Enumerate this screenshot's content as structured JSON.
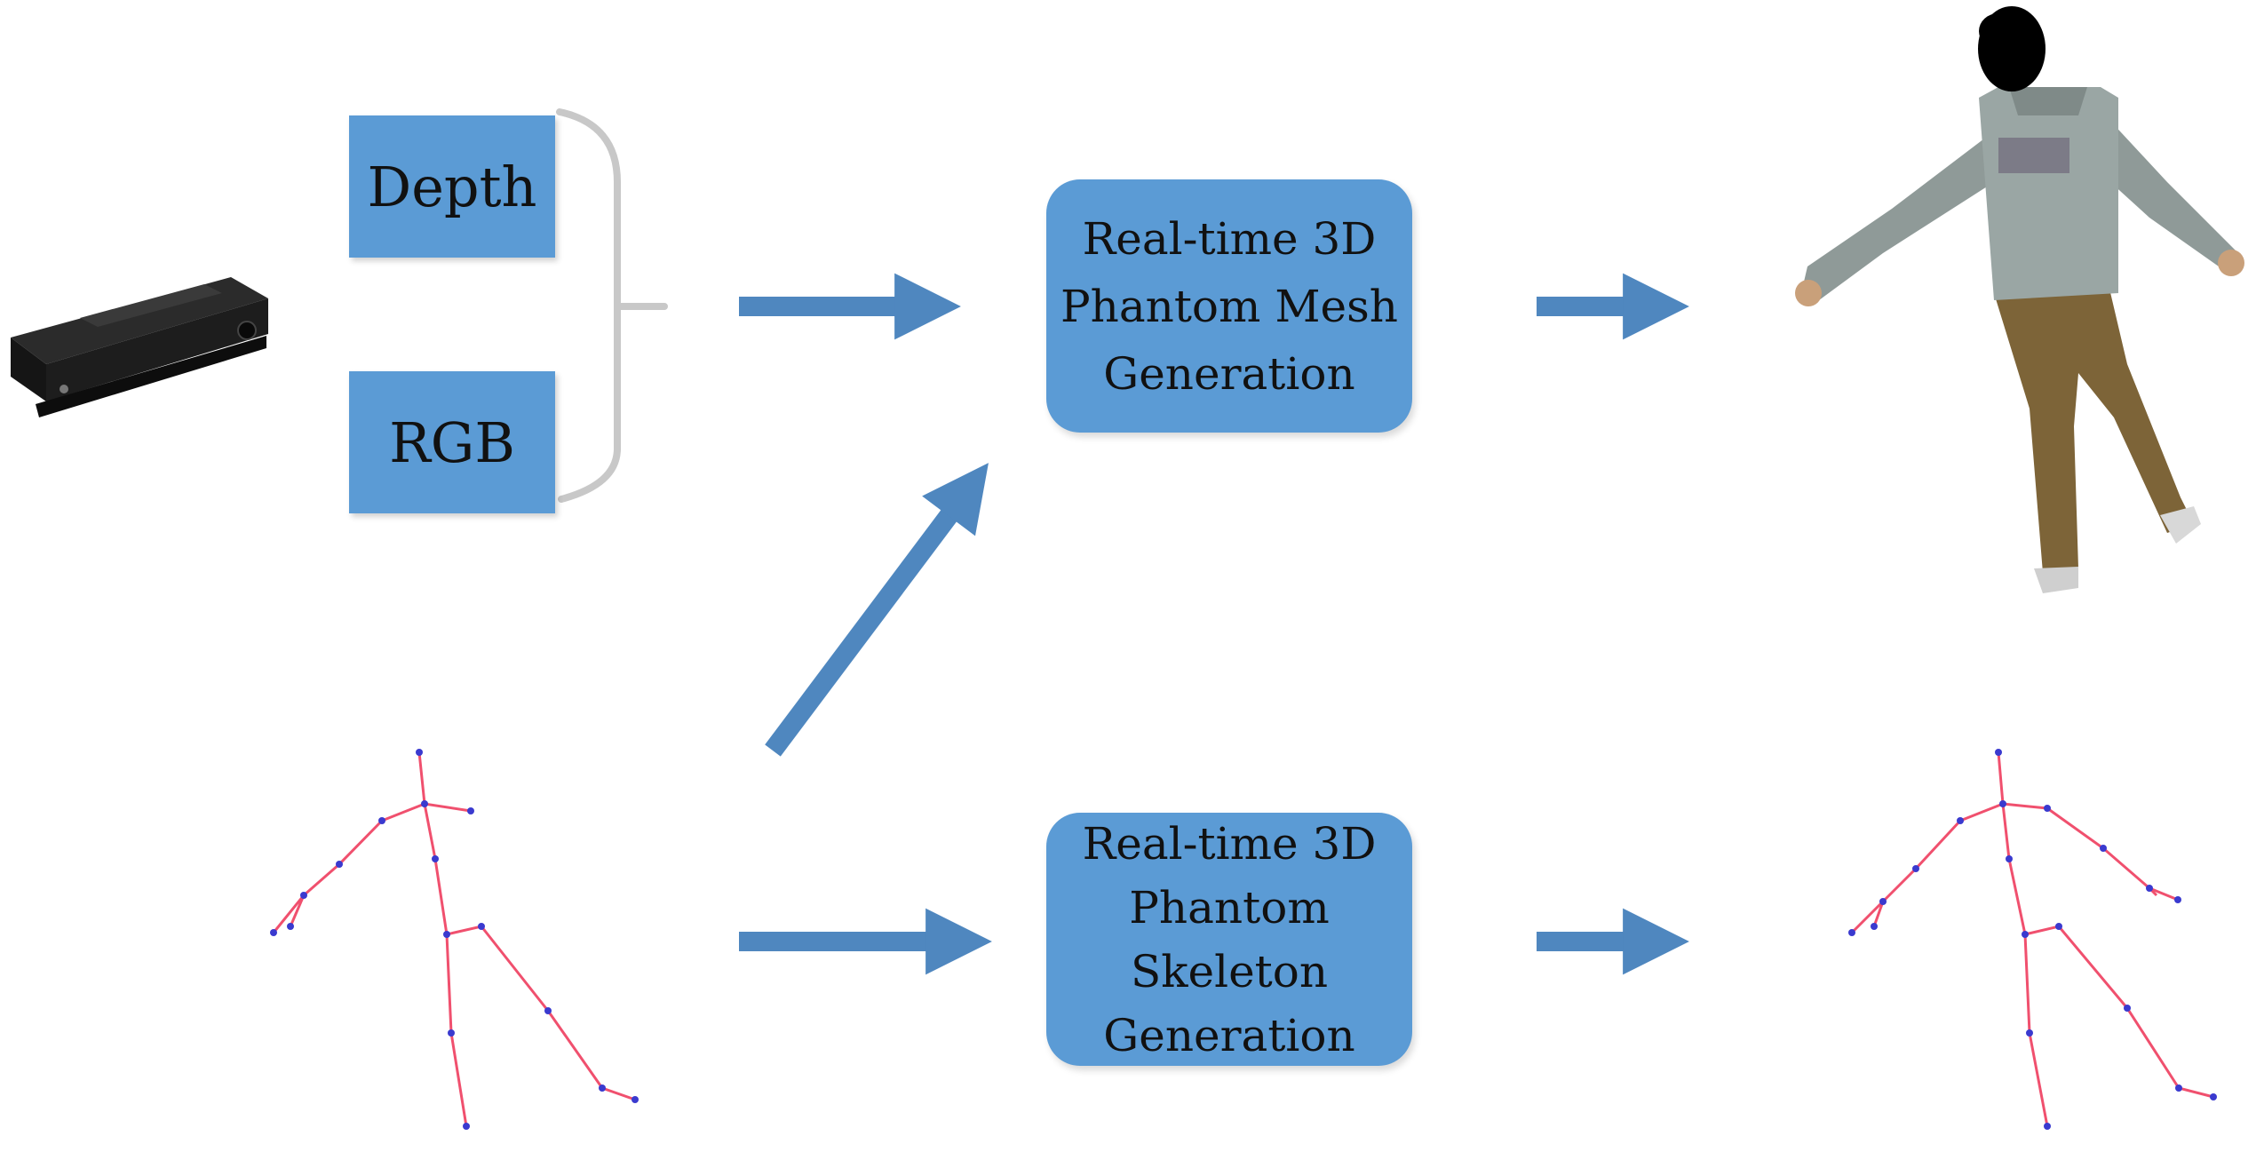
{
  "diagram": {
    "inputs": {
      "depth": "Depth",
      "rgb": "RGB"
    },
    "processes": {
      "mesh": "Real-time 3D\nPhantom Mesh\nGeneration",
      "skeleton": "Real-time 3D\nPhantom\nSkeleton\nGeneration"
    },
    "colors": {
      "box_fill": "#5b9bd5",
      "arrow": "#4f87bf",
      "bracket": "#c8c8c8",
      "bone": "#f0506e",
      "joint": "#3a3acf"
    },
    "icons": [
      "depth-camera-icon",
      "person-mesh-image",
      "skeleton-input-figure",
      "skeleton-output-figure"
    ]
  }
}
